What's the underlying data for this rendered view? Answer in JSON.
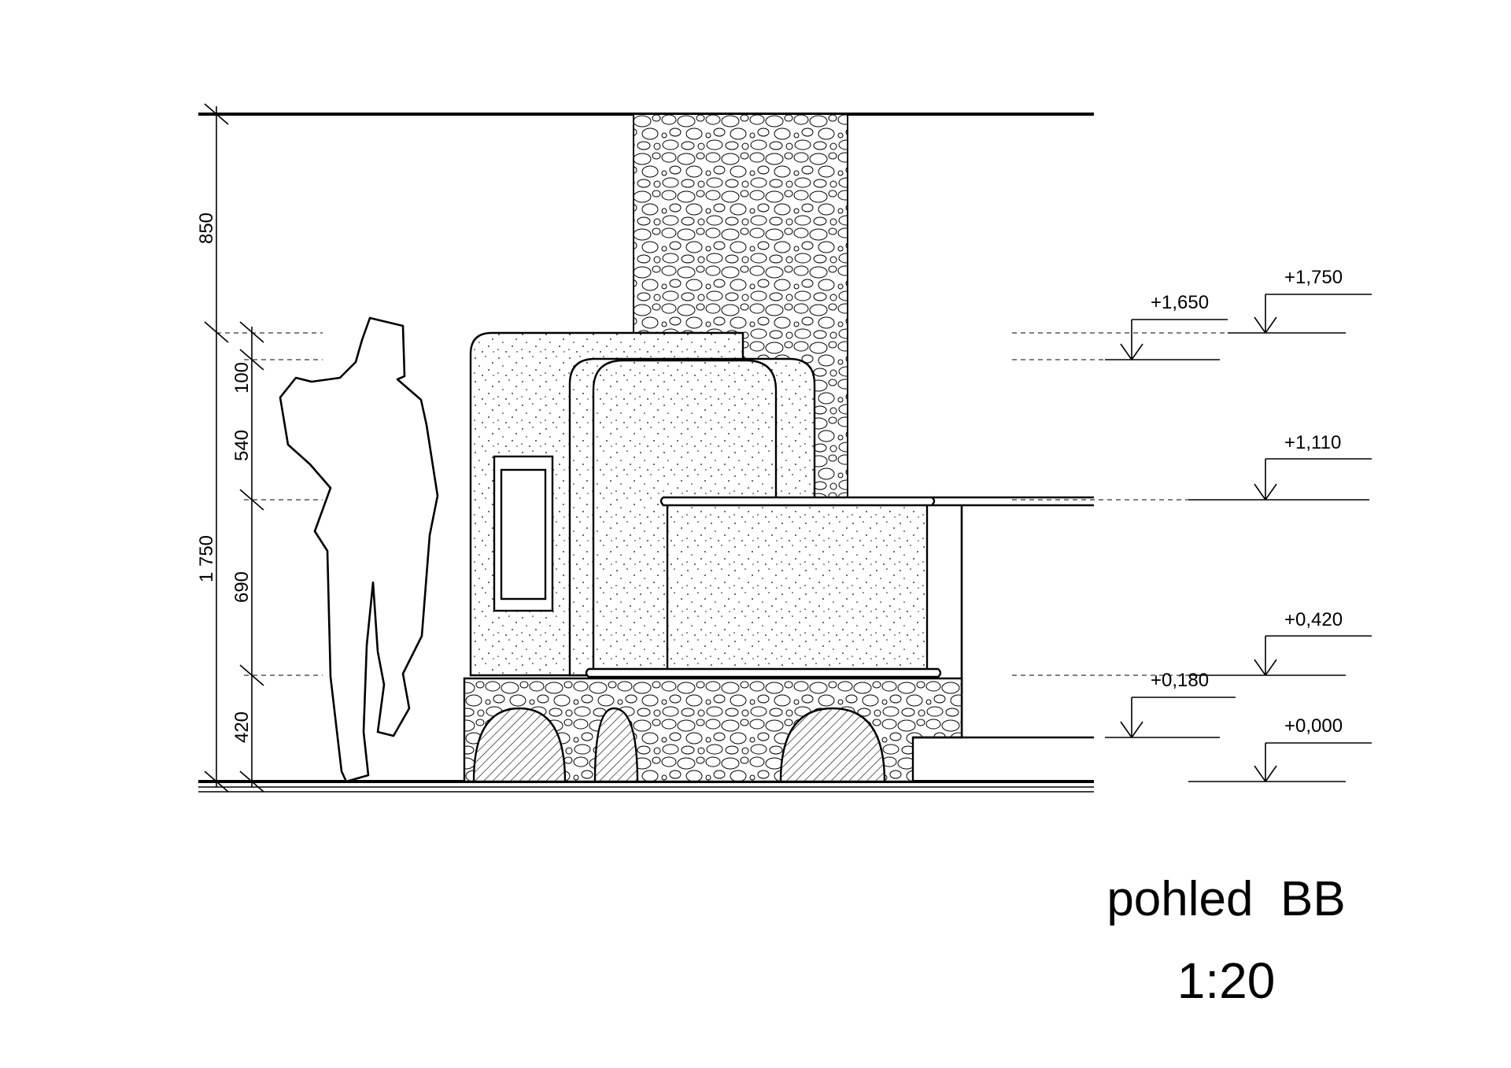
{
  "drawing": {
    "title": "pohled  BB",
    "scale": "1:20"
  },
  "dimensions": {
    "top_total": "850",
    "total_height": "1 750",
    "segments": [
      "100",
      "540",
      "690",
      "420"
    ]
  },
  "levels": [
    {
      "label": "+1,750"
    },
    {
      "label": "+1,650"
    },
    {
      "label": "+1,110"
    },
    {
      "label": "+0,420"
    },
    {
      "label": "+0,180"
    },
    {
      "label": "+0,000"
    }
  ],
  "hatch": {
    "stone": "circle-stone-pattern",
    "sand": "dot-stipple-pattern",
    "diagonal": "diagonal-hatch-pattern"
  }
}
